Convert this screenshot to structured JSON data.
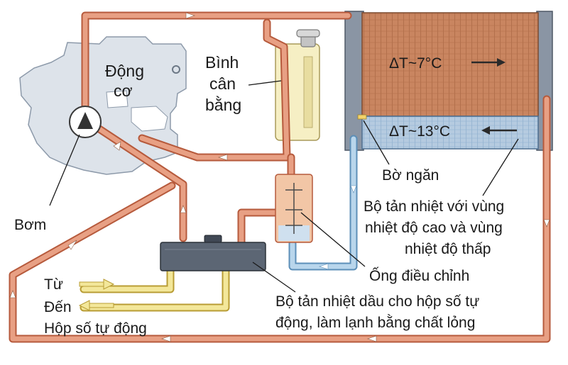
{
  "labels": {
    "engine_line1": "Động",
    "engine_line2": "cơ",
    "tank_line1": "Bình",
    "tank_line2": "cân",
    "tank_line3": "bằng",
    "pump": "Bơm",
    "hot_zone": "ΔT~7°C",
    "cold_zone": "ΔT~13°C",
    "divider": "Bờ ngăn",
    "radiator_line1": "Bộ tản nhiệt với vùng",
    "radiator_line2": "nhiệt độ cao và vùng",
    "radiator_line3": "nhiệt độ thấp",
    "regulator": "Ống điều chỉnh",
    "from": "Từ",
    "to": "Đến",
    "gearbox": "Hộp số tự động",
    "oil_cooler_line1": "Bộ tản nhiệt dầu cho hộp số tự",
    "oil_cooler_line2": "động, làm lạnh bằng chất lỏng"
  },
  "colors": {
    "hot_pipe": "#e8a084",
    "hot_pipe_edge": "#b65a3c",
    "cool_pipe": "#b9d6ec",
    "cool_pipe_edge": "#5c8fb8",
    "oil_pipe": "#f3e79a",
    "oil_pipe_edge": "#b89c34",
    "radiator_hot": "#c98560",
    "radiator_cold": "#b5cbe0",
    "engine_fill": "#dde3ea",
    "tank_fill": "#f6efc4",
    "cooler_fill": "#5c6674"
  }
}
